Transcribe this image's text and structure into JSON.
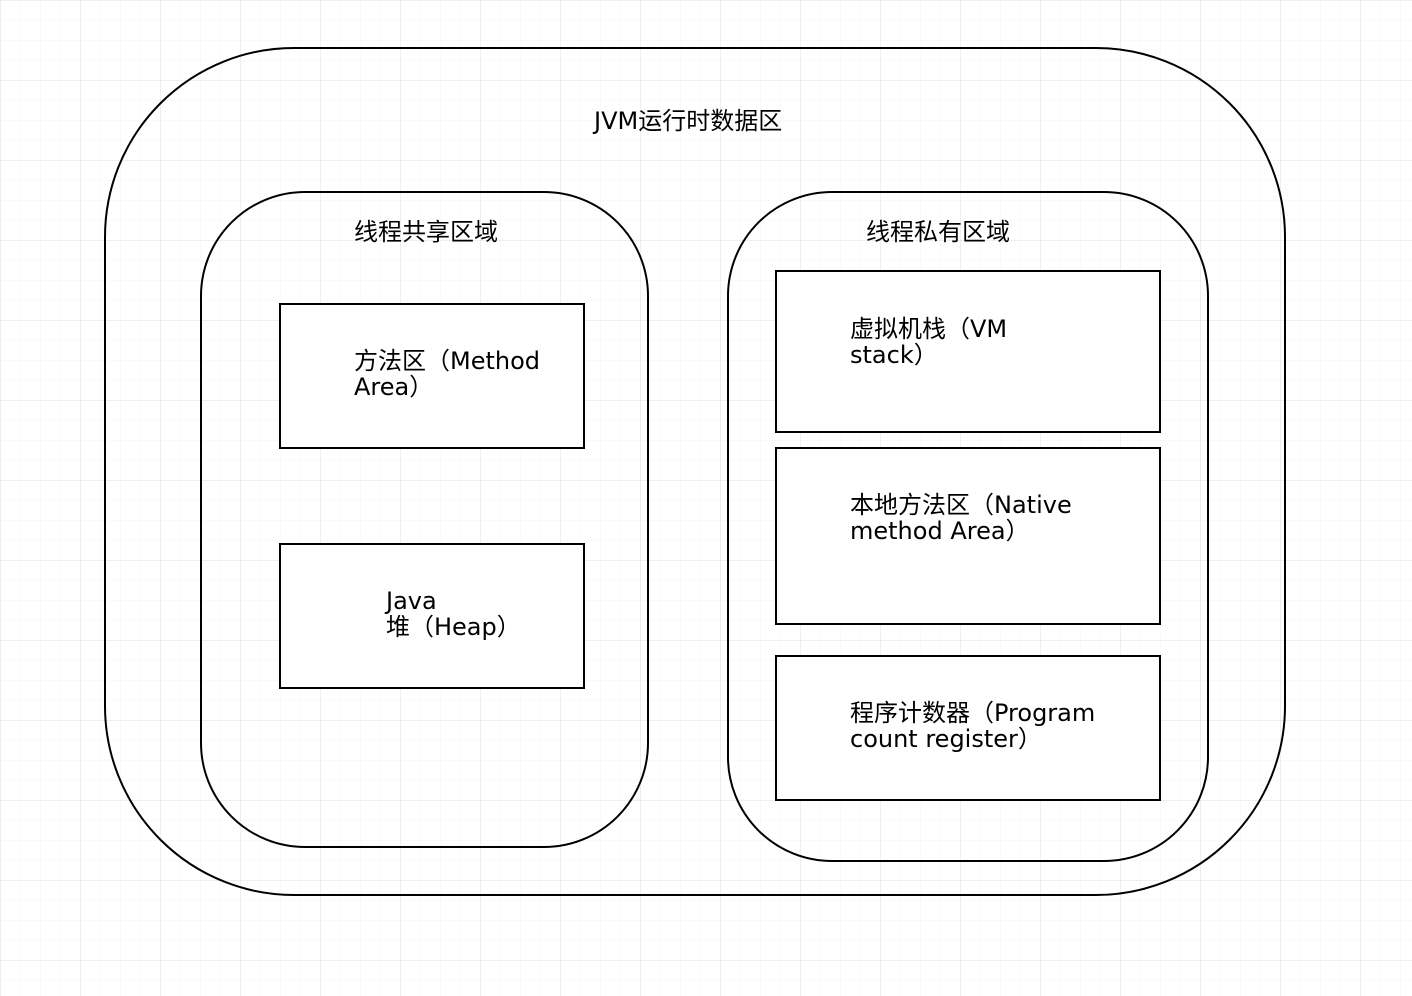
{
  "diagram": {
    "title": "JVM运行时数据区",
    "groups": [
      {
        "title": "线程共享区域",
        "blocks": [
          {
            "line1": "方法区（Method",
            "line2": "Area）"
          },
          {
            "line1": "Java",
            "line2": "堆（Heap）"
          }
        ]
      },
      {
        "title": "线程私有区域",
        "blocks": [
          {
            "line1": "虚拟机栈（VM",
            "line2": "stack）"
          },
          {
            "line1": "本地方法区（Native",
            "line2": "method Area）"
          },
          {
            "line1": "程序计数器（Program",
            "line2": "count register）"
          }
        ]
      }
    ]
  }
}
